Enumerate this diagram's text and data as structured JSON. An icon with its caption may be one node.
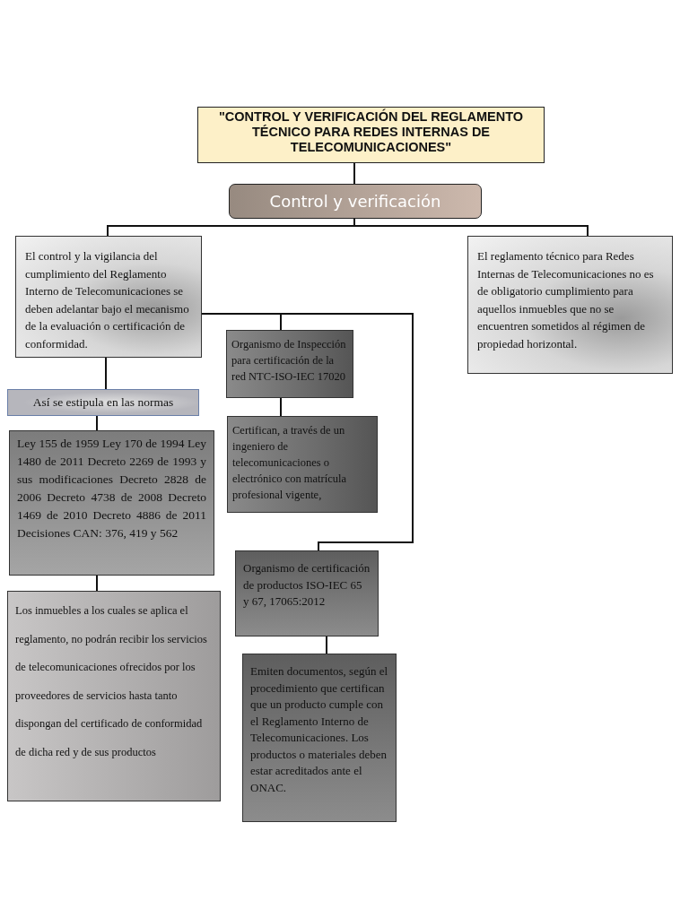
{
  "diagram": {
    "nodes": [
      {
        "text": [
          "\"CONTROL Y VERIFICACIÓN DEL REGLAMENTO TÉCNICO PARA REDES INTERNAS DE TELECOMUNICACIONES\""
        ]
      },
      {
        "text": [
          "Control y verificación"
        ]
      },
      {
        "text": [
          "El control y la vigilancia del cumplimiento del Reglamento Interno de Telecomunicaciones se deben adelantar bajo el mecanismo de la evaluación o certificación de conformidad."
        ]
      },
      {
        "text": [
          "El reglamento técnico para Redes Internas de Telecomunicaciones no es de obligatorio cumplimiento para aquellos inmuebles que no se encuentren sometidos al régimen de propiedad horizontal."
        ]
      },
      {
        "text": [
          "Organismo de Inspección para certificación de la red NTC-ISO-IEC 17020"
        ]
      },
      {
        "text": [
          "Certifican, a través de un ingeniero de telecomunicaciones o electrónico con matrícula profesional vigente,"
        ]
      },
      {
        "text": [
          "Así se estipula en las normas"
        ]
      },
      {
        "text": [
          "Ley 155 de 1959 Ley 170 de 1994 Ley 1480 de 2011 Decreto 2269 de 1993 y sus modificaciones Decreto 2828 de 2006 Decreto 4738 de 2008 Decreto 1469 de 2010 Decreto 4886 de 2011 Decisiones CAN: 376, 419 y 562"
        ]
      },
      {
        "text": [
          "Organismo de certificación de productos ISO-IEC 65 y 67, 17065:2012"
        ]
      },
      {
        "text": [
          "Emiten documentos, según el procedimiento que certifican que un producto cumple con el Reglamento Interno de Telecomunicaciones. Los productos o materiales deben estar acreditados ante el ONAC."
        ]
      },
      {
        "text": [
          "Los inmuebles a los cuales se aplica el reglamento, no podrán recibir los servicios de telecomunicaciones ofrecidos por los proveedores de servicios hasta tanto dispongan del certificado de conformidad de dicha red y de sus productos"
        ]
      }
    ],
    "edges": [
      {
        "from": 0,
        "to": 1,
        "arrow": "none"
      },
      {
        "from": 1,
        "to": 2,
        "arrow": "none"
      },
      {
        "from": 1,
        "to": 3,
        "arrow": "none"
      },
      {
        "from": 2,
        "to": 4,
        "arrow": "none"
      },
      {
        "from": 2,
        "to": 8,
        "arrow": "none"
      },
      {
        "from": 4,
        "to": 5,
        "arrow": "none"
      },
      {
        "from": 2,
        "to": 6,
        "arrow": "none"
      },
      {
        "from": 6,
        "to": 7,
        "arrow": "none"
      },
      {
        "from": 7,
        "to": 10,
        "arrow": "none"
      },
      {
        "from": 8,
        "to": 9,
        "arrow": "none"
      }
    ]
  }
}
